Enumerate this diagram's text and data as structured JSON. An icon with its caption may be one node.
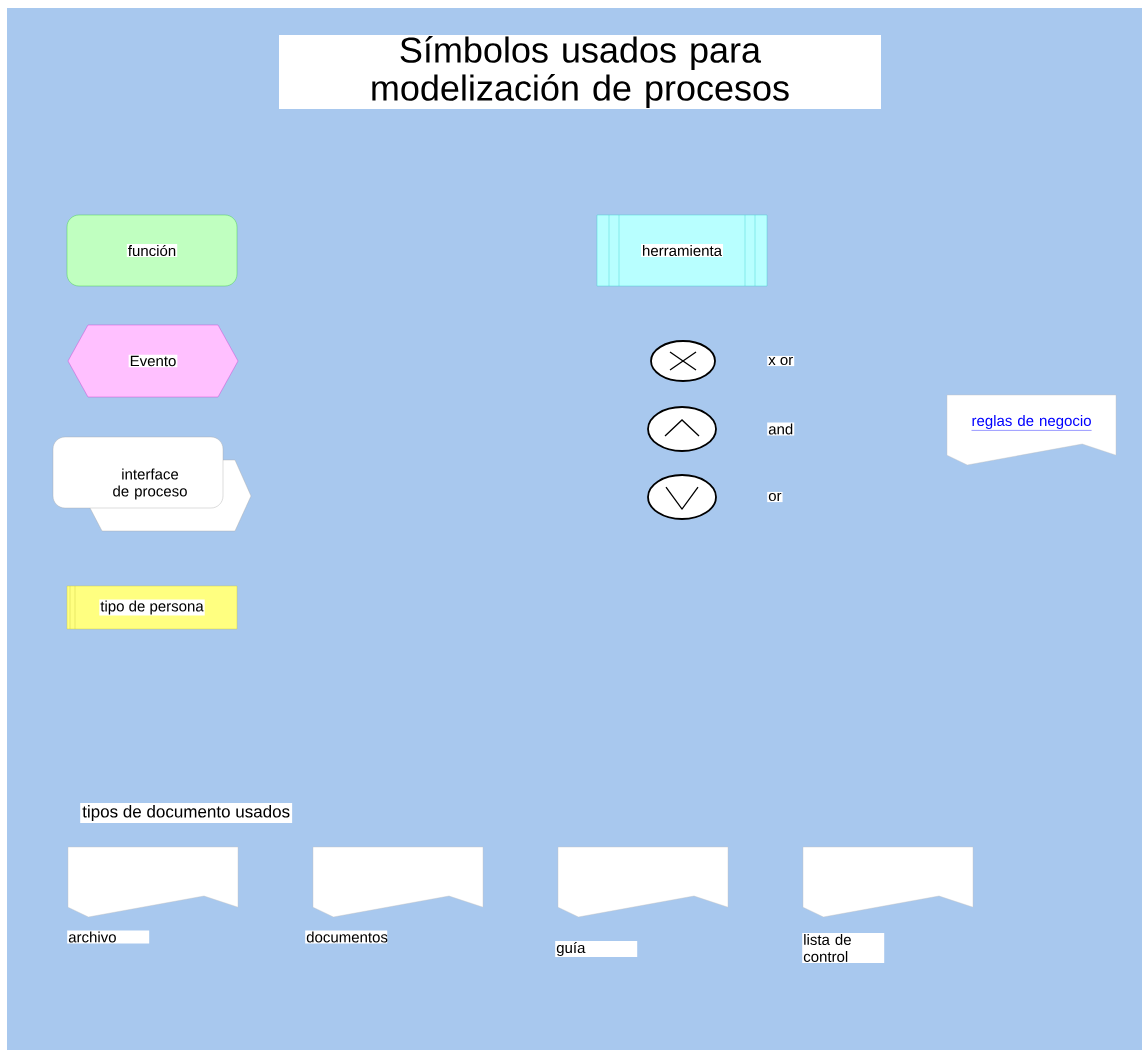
{
  "diagram": {
    "title": "Símbolos usados para modelización de procesos",
    "nodes": [
      {
        "text": [
          "función"
        ]
      },
      {
        "text": [
          "Evento"
        ]
      },
      {
        "text": [
          "interface de proceso"
        ]
      },
      {
        "text": [
          "tipo de persona"
        ]
      },
      {
        "text": [
          "herramienta"
        ]
      },
      {
        "text": [],
        "shape": "circle",
        "beside": [
          "x or"
        ]
      },
      {
        "text": [],
        "shape": "circle",
        "beside": [
          "and"
        ]
      },
      {
        "text": [],
        "shape": "circle",
        "beside": [
          "or"
        ]
      },
      {
        "text": [
          "reglas de negocio"
        ]
      },
      {
        "text": [],
        "shape": "document",
        "beside": [
          "archivo"
        ]
      },
      {
        "text": [],
        "shape": "document",
        "beside": [
          "documentos"
        ]
      },
      {
        "text": [],
        "shape": "document",
        "beside": [
          "guía"
        ]
      },
      {
        "text": [],
        "shape": "document",
        "beside": [
          "lista de control"
        ]
      }
    ],
    "labels": [
      "tipos de documento usados"
    ]
  }
}
